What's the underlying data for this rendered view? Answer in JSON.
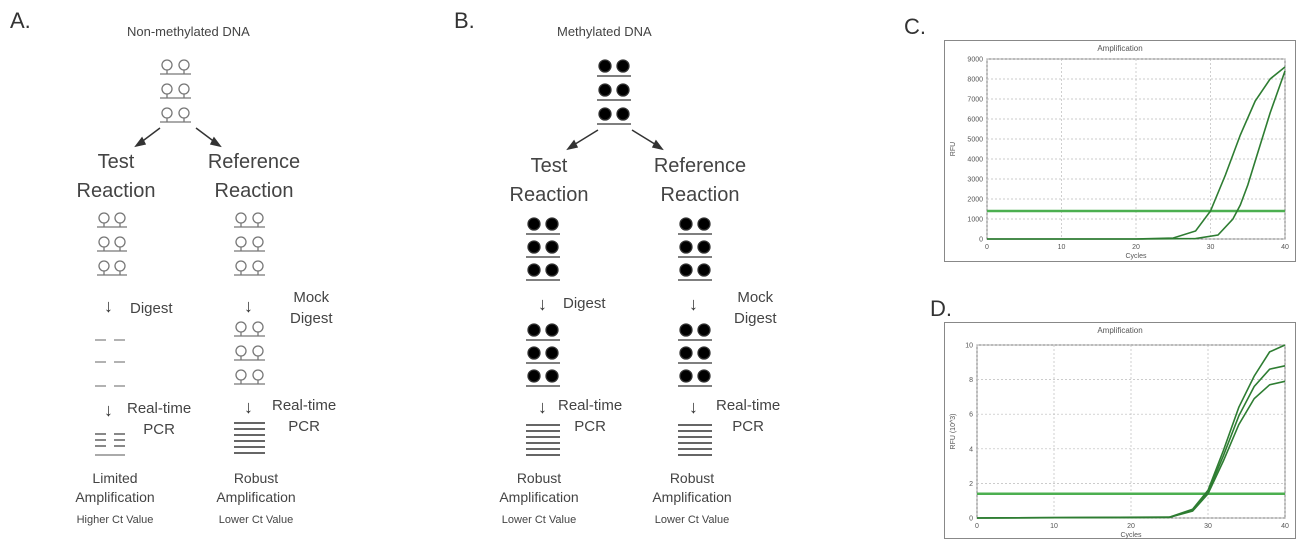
{
  "panel_a": {
    "letter": "A.",
    "title": "Non-methylated DNA",
    "test": {
      "line1": "Test",
      "line2": "Reaction",
      "step1": "Digest",
      "step2_line1": "Real-time",
      "step2_line2": "PCR",
      "outcome_line1": "Limited",
      "outcome_line2": "Amplification",
      "ct": "Higher Ct Value"
    },
    "reference": {
      "line1": "Reference",
      "line2": "Reaction",
      "step1_line1": "Mock",
      "step1_line2": "Digest",
      "step2_line1": "Real-time",
      "step2_line2": "PCR",
      "outcome_line1": "Robust",
      "outcome_line2": "Amplification",
      "ct": "Lower Ct Value"
    }
  },
  "panel_b": {
    "letter": "B.",
    "title": "Methylated DNA",
    "test": {
      "line1": "Test",
      "line2": "Reaction",
      "step1": "Digest",
      "step2_line1": "Real-time",
      "step2_line2": "PCR",
      "outcome_line1": "Robust",
      "outcome_line2": "Amplification",
      "ct": "Lower Ct Value"
    },
    "reference": {
      "line1": "Reference",
      "line2": "Reaction",
      "step1_line1": "Mock",
      "step1_line2": "Digest",
      "step2_line1": "Real-time",
      "step2_line2": "PCR",
      "outcome_line1": "Robust",
      "outcome_line2": "Amplification",
      "ct": "Lower Ct Value"
    }
  },
  "arrow_glyph": "↓",
  "colors": {
    "curve": "#2e7d32",
    "threshold": "#4caf50",
    "methyl_filled": "#000000",
    "unmethyl": "#777777"
  },
  "chart_data": [
    {
      "panel": "C.",
      "type": "line",
      "title": "Amplification",
      "xlabel": "Cycles",
      "ylabel": "RFU",
      "xlim": [
        0,
        40
      ],
      "ylim": [
        0,
        9000
      ],
      "xticks": [
        "0",
        "10",
        "20",
        "30",
        "40"
      ],
      "yticks": [
        "0",
        "1000",
        "2000",
        "3000",
        "4000",
        "5000",
        "6000",
        "7000",
        "8000",
        "9000"
      ],
      "threshold": 1400,
      "grid": true,
      "series": [
        {
          "x": [
            0,
            20,
            25,
            28,
            30,
            32,
            34,
            36,
            38,
            40
          ],
          "y": [
            0,
            0,
            50,
            400,
            1400,
            3200,
            5200,
            6900,
            8000,
            8600
          ]
        },
        {
          "x": [
            0,
            20,
            28,
            31,
            33,
            34,
            35,
            36,
            38,
            40
          ],
          "y": [
            0,
            0,
            20,
            200,
            1000,
            1700,
            2700,
            3900,
            6300,
            8400
          ]
        }
      ]
    },
    {
      "panel": "D.",
      "type": "line",
      "title": "Amplification",
      "xlabel": "Cycles",
      "ylabel": "RFU (10^3)",
      "xlim": [
        0,
        40
      ],
      "ylim": [
        0,
        10
      ],
      "xticks": [
        "0",
        "10",
        "20",
        "30",
        "40"
      ],
      "yticks": [
        "0",
        "2",
        "4",
        "6",
        "8",
        "10"
      ],
      "threshold": 1.4,
      "grid": true,
      "series": [
        {
          "x": [
            0,
            25,
            28,
            30,
            32,
            34,
            36,
            38,
            40
          ],
          "y": [
            0,
            0.05,
            0.5,
            1.6,
            3.9,
            6.4,
            8.2,
            9.6,
            10.0
          ]
        },
        {
          "x": [
            0,
            25,
            28,
            30,
            32,
            34,
            36,
            38,
            40
          ],
          "y": [
            0,
            0.04,
            0.45,
            1.5,
            3.6,
            5.9,
            7.6,
            8.6,
            8.8
          ]
        },
        {
          "x": [
            0,
            25,
            28,
            30,
            32,
            34,
            36,
            38,
            40
          ],
          "y": [
            0,
            0.04,
            0.4,
            1.4,
            3.3,
            5.4,
            6.9,
            7.7,
            7.9
          ]
        }
      ]
    }
  ]
}
